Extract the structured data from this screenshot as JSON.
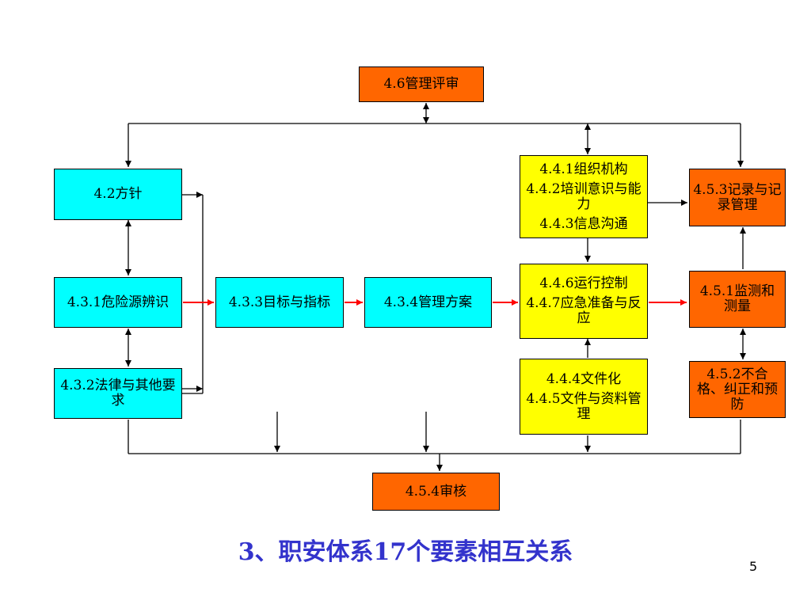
{
  "nodes": {
    "review": "4.6管理评审",
    "policy": "4.2方针",
    "hazard": "4.3.1危险源辨识",
    "legal": "4.3.2法律与其他要求",
    "objectives": "4.3.3目标与指标",
    "program": "4.3.4管理方案",
    "structure": [
      "4.4.1组织机构",
      "4.4.2培训意识与能力",
      "4.4.3信息沟通"
    ],
    "operation": [
      "4.4.6运行控制",
      "4.4.7应急准备与反应"
    ],
    "documents": [
      "4.4.4文件化",
      "4.4.5文件与资料管理"
    ],
    "records": "4.5.3记录与记录管理",
    "monitoring": "4.5.1监测和测量",
    "nonconformance": "4.5.2不合格、纠正和预防",
    "audit": "4.5.4审核"
  },
  "colors": {
    "cyan": "#00ffff",
    "orange": "#ff6600",
    "yellow": "#ffff00",
    "main_flow_arrow": "#ff0000",
    "connector": "#000000",
    "title": "#3333cc"
  },
  "title": "3、职安体系17个要素相互关系",
  "page_number": "5"
}
